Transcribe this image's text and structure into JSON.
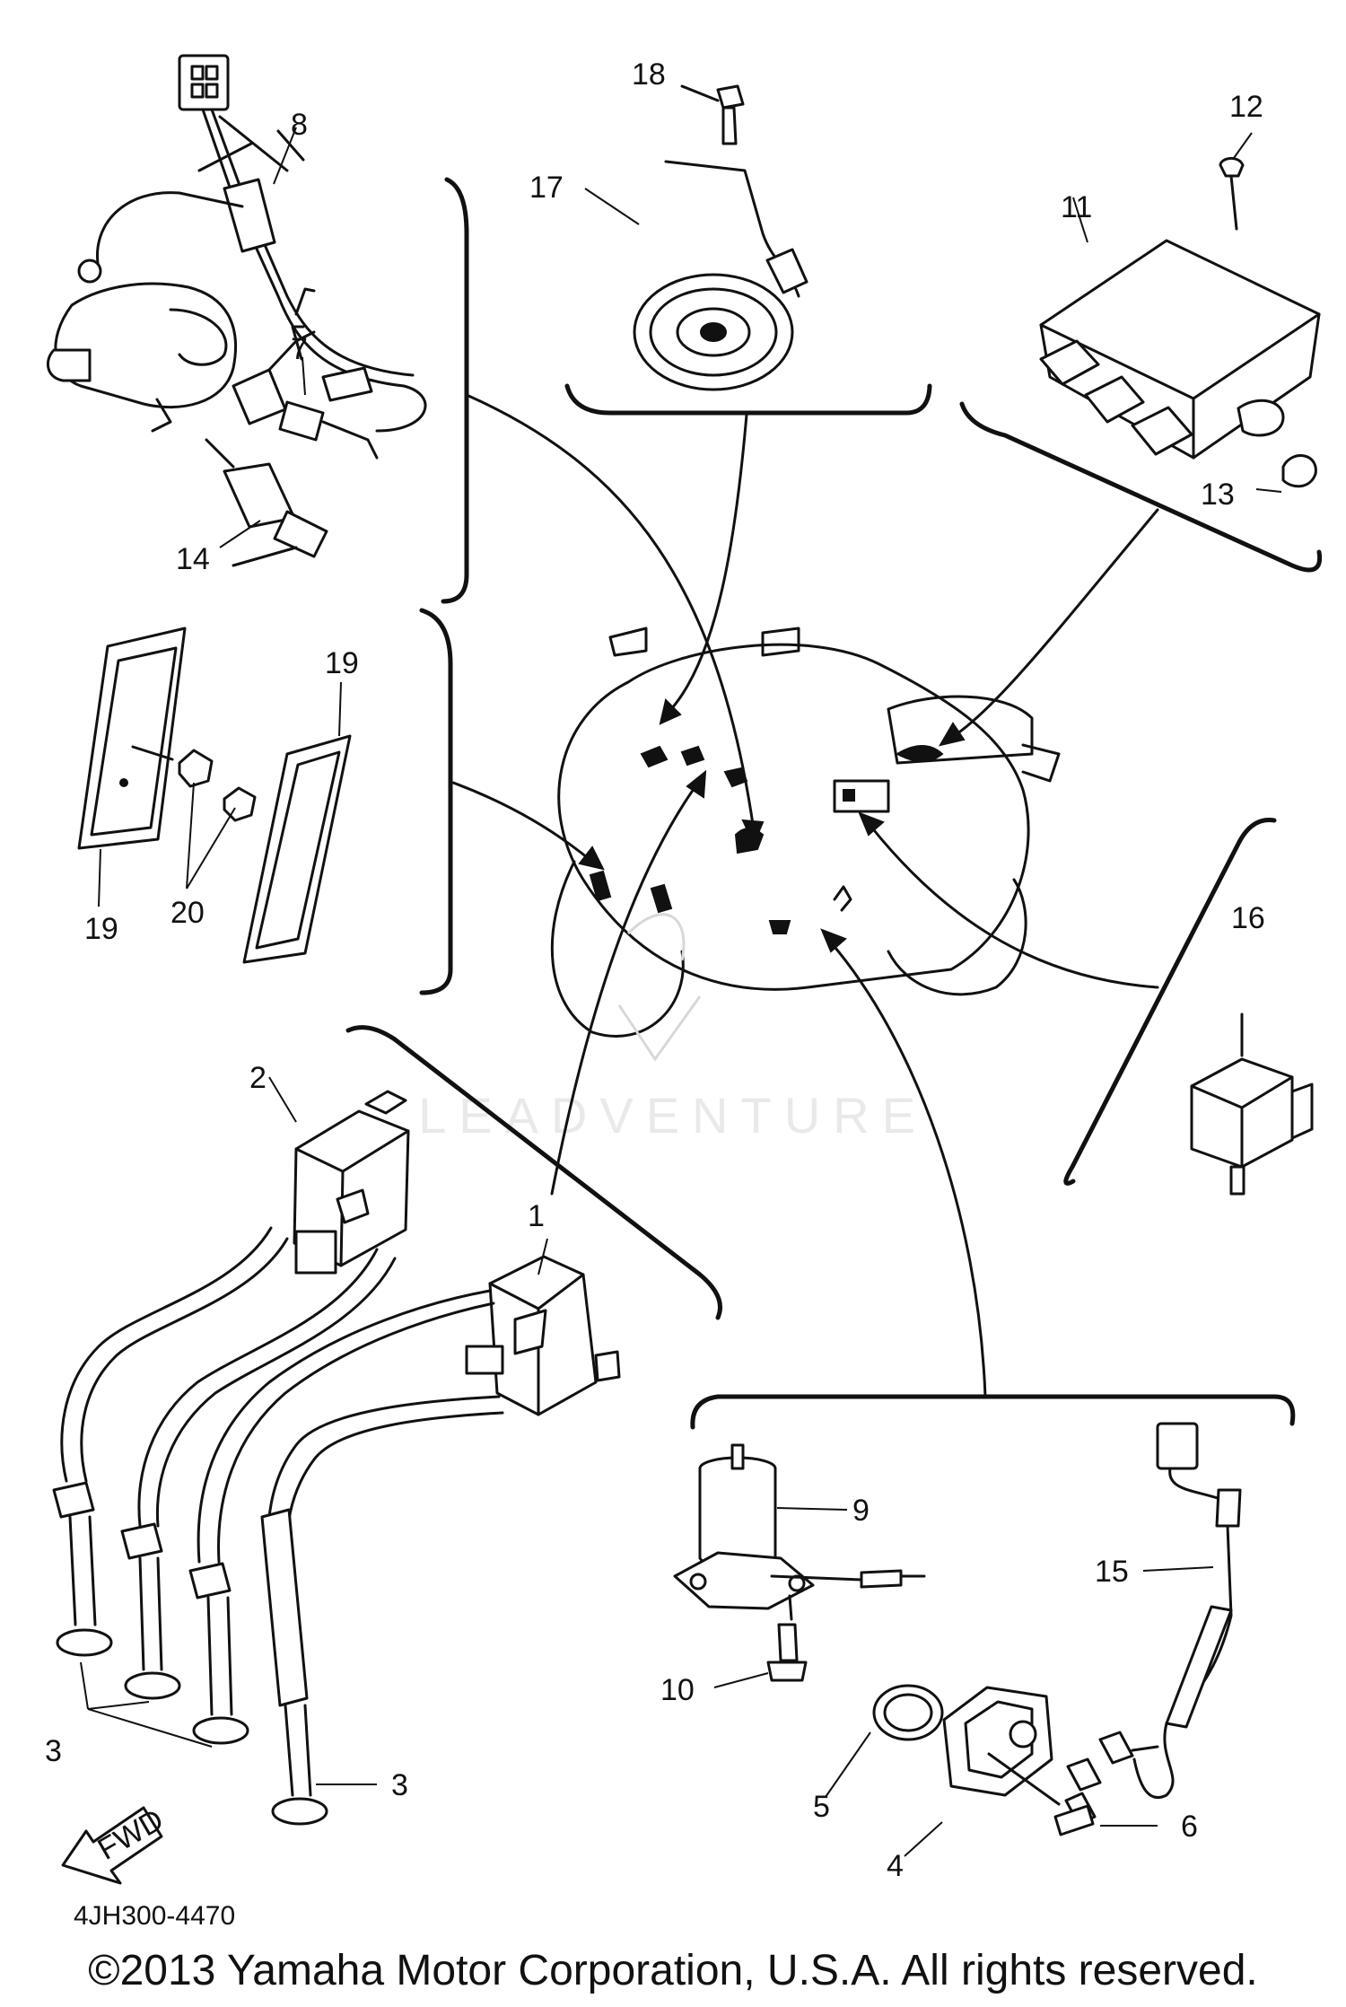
{
  "diagram": {
    "code": "4JH300-4470",
    "copyright": "©2013 Yamaha Motor Corporation, U.S.A. All rights reserved.",
    "watermark": "LEADVENTURE",
    "fwd_label": "FWD",
    "part_numbers": {
      "p1": "1",
      "p2": "2",
      "p3a": "3",
      "p3b": "3",
      "p4": "4",
      "p5": "5",
      "p6": "6",
      "p7": "7",
      "p8": "8",
      "p9": "9",
      "p10": "10",
      "p11": "11",
      "p12": "12",
      "p13": "13",
      "p14": "14",
      "p15": "15",
      "p16": "16",
      "p17": "17",
      "p18": "18",
      "p19a": "19",
      "p19b": "19",
      "p20": "20"
    }
  }
}
